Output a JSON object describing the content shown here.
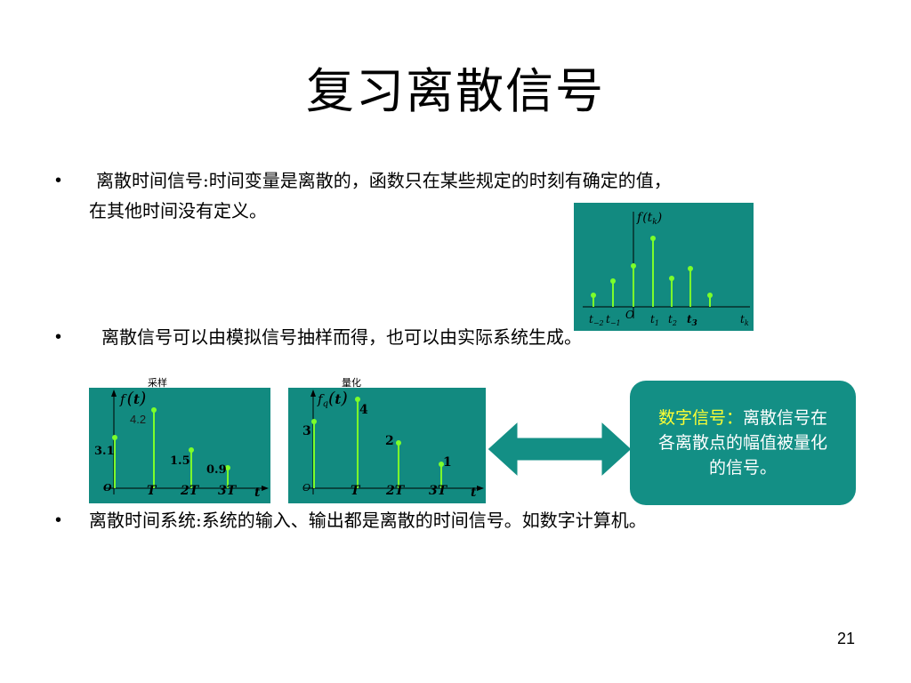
{
  "slide": {
    "title": "复习离散信号",
    "page_number": "21"
  },
  "bullets": {
    "b1_line1": "离散时间信号:时间变量是离散的，函数只在某些规定的时刻有确定的值，",
    "b1_line2": "在其他时间没有定义。",
    "b2": "离散信号可以由模拟信号抽样而得，也可以由实际系统生成。",
    "b3": "离散时间系统:系统的输入、输出都是离散的时间信号。如数字计算机。",
    "bullet_glyph": "•"
  },
  "figure_top": {
    "y_label_f": "f",
    "y_label_arg": "t",
    "y_label_sub": "k",
    "origin": "O",
    "x_labels": [
      {
        "main": "t",
        "sub": "−2"
      },
      {
        "main": "t",
        "sub": "−1"
      },
      {
        "main": "t",
        "sub": "1"
      },
      {
        "main": "t",
        "sub": "2"
      },
      {
        "main": "t",
        "sub": "3"
      },
      {
        "main": "t",
        "sub": "k"
      }
    ]
  },
  "figure_sampling": {
    "caption": "采样",
    "y_label_f": "f",
    "y_label_arg": "t",
    "origin": "O",
    "x_axis_label": "t",
    "tick_labels": [
      "T",
      "2T",
      "3T"
    ],
    "value_labels": [
      "3.1",
      "4.2",
      "1.5",
      "0.9"
    ]
  },
  "figure_quantization": {
    "caption": "量化",
    "y_label_f": "f",
    "y_label_sub": "q",
    "y_label_arg": "t",
    "origin": "O",
    "x_axis_label": "t",
    "tick_labels": [
      "T",
      "2T",
      "3T"
    ],
    "value_labels": [
      "3",
      "4",
      "2",
      "1"
    ]
  },
  "info_box": {
    "highlight": "数字信号：",
    "text_line1": "离散信号在",
    "text_line2": "各离散点的幅值被量化",
    "text_line3": "的信号。"
  },
  "colors": {
    "panel_bg": "#128a80",
    "stem": "#7cff2a",
    "box_bg": "#138f85",
    "highlight_text": "#ffff33"
  }
}
